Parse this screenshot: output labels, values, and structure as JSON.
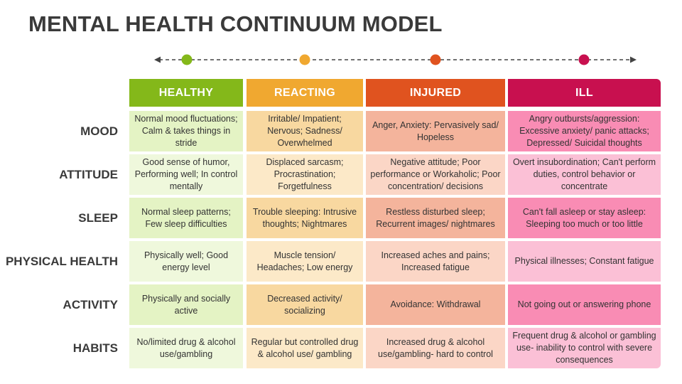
{
  "title": "MENTAL HEALTH CONTINUUM MODEL",
  "columns": [
    {
      "label": "HEALTHY",
      "color": "#84b81a"
    },
    {
      "label": "REACTING",
      "color": "#f0a830"
    },
    {
      "label": "INJURED",
      "color": "#e0531f"
    },
    {
      "label": "ILL",
      "color": "#c8104f"
    }
  ],
  "rows": [
    {
      "label": "MOOD",
      "cells": [
        "Normal mood fluctuations; Calm & takes things in stride",
        "Irritable/ Impatient; Nervous; Sadness/ Overwhelmed",
        "Anger, Anxiety: Pervasively sad/ Hopeless",
        "Angry outbursts/aggression: Excessive anxiety/ panic attacks; Depressed/ Suicidal thoughts"
      ]
    },
    {
      "label": "ATTITUDE",
      "cells": [
        "Good sense of humor, Performing well; In control mentally",
        "Displaced sarcasm; Procrastination; Forgetfulness",
        "Negative attitude; Poor performance or Workaholic; Poor concentration/ decisions",
        "Overt insubordination; Can't perform duties, control behavior or concentrate"
      ]
    },
    {
      "label": "SLEEP",
      "cells": [
        "Normal sleep patterns; Few sleep difficulties",
        "Trouble sleeping: Intrusive thoughts; Nightmares",
        "Restless disturbed sleep; Recurrent images/ nightmares",
        "Can't fall asleep or stay asleep: Sleeping too much or too little"
      ]
    },
    {
      "label": "PHYSICAL HEALTH",
      "cells": [
        "Physically well; Good energy level",
        "Muscle tension/ Headaches; Low energy",
        "Increased aches and pains; Increased fatigue",
        "Physical illnesses; Constant fatigue"
      ]
    },
    {
      "label": "ACTIVITY",
      "cells": [
        "Physically and socially active",
        "Decreased activity/ socializing",
        "Avoidance: Withdrawal",
        "Not going out or answering phone"
      ]
    },
    {
      "label": "HABITS",
      "cells": [
        "No/limited drug & alcohol use/gambling",
        "Regular but controlled drug & alcohol use/ gambling",
        "Increased drug & alcohol use/gambling- hard to control",
        "Frequent drug & alcohol or gambling use- inability to control with severe consequences"
      ]
    }
  ],
  "cell_colors": [
    [
      "#e4f3c4",
      "#f8d8a0",
      "#f4b49c",
      "#f98cb4"
    ],
    [
      "#eff8dc",
      "#fce9c8",
      "#fbd6c6",
      "#fbc0d6"
    ]
  ]
}
